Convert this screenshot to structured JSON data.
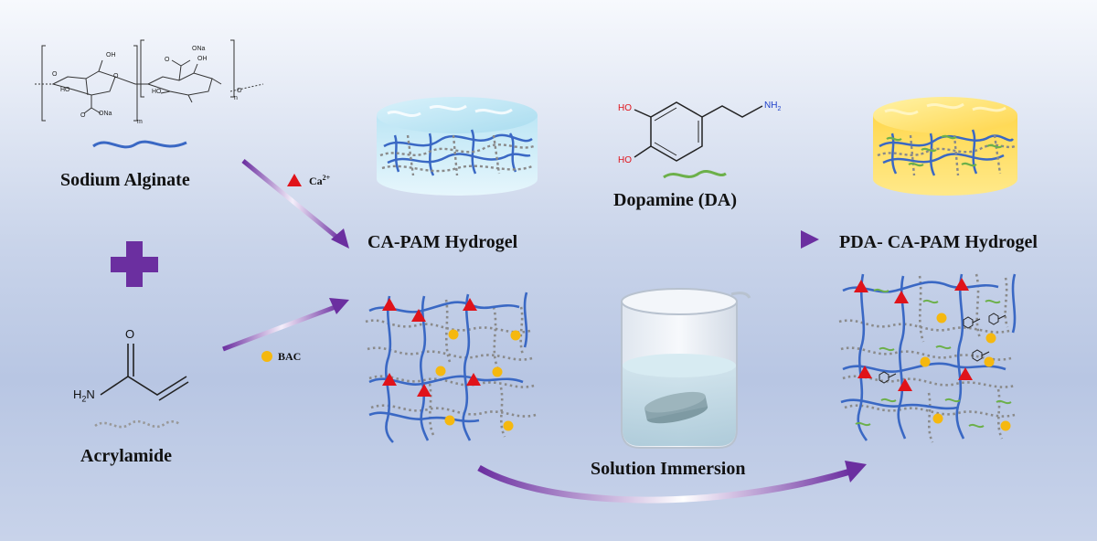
{
  "labels": {
    "sodium_alginate": "Sodium Alginate",
    "acrylamide": "Acrylamide",
    "ca_pam": "CA-PAM Hydrogel",
    "dopamine": "Dopamine (DA)",
    "pda_ca_pam": "PDA- CA-PAM Hydrogel",
    "solution_immersion": "Solution Immersion",
    "ca": "Ca",
    "ca_charge": "2+",
    "bac": "BAC"
  },
  "chem_text": {
    "ho_top": "HO",
    "ho_bottom": "HO",
    "nh2": "NH",
    "nh2_sub": "2",
    "h2n": "H",
    "h2n_sub": "2",
    "h2n_n": "N",
    "acrylamide_o": "O",
    "alg_ona1": "ONa",
    "alg_ona2": "ONa",
    "alg_oh1": "OH",
    "alg_oh2": "OH",
    "alg_ho1": "HO",
    "alg_ho2": "HO",
    "alg_o1": "O",
    "alg_o2": "O",
    "alg_o3": "O",
    "alg_o4": "O",
    "alg_o5": "O",
    "alg_m": "m",
    "alg_n": "n"
  },
  "colors": {
    "arrow_purple": "#6b2fa0",
    "alginate_blue": "#3a68c4",
    "pam_gray": "#8a8a8a",
    "pda_green": "#6cb04a",
    "ca_red": "#e0131a",
    "bac_yellow": "#f5b80f",
    "hydroxyl_red": "#e0131a",
    "amine_blue": "#1d3fc9"
  },
  "icons": [
    "plus-icon",
    "beaker-icon",
    "hydrogel-disc-icon",
    "network-icon",
    "arrow-icon"
  ]
}
